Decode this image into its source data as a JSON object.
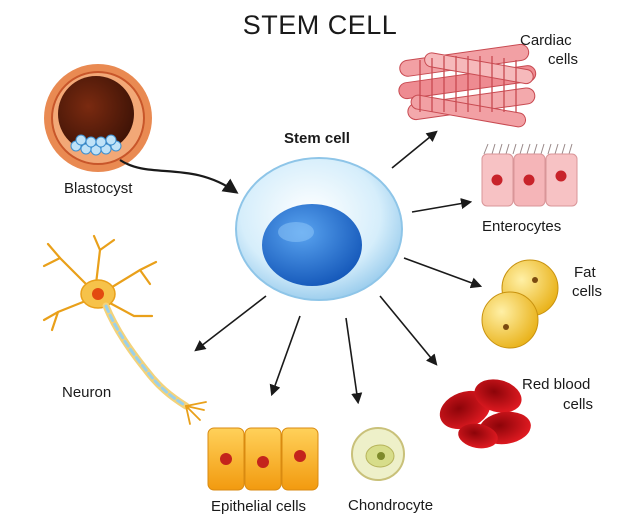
{
  "title": "STEM CELL",
  "center_label": "Stem cell",
  "labels": {
    "blastocyst": "Blastocyst",
    "cardiac": [
      "Cardiac",
      "cells"
    ],
    "enterocytes": "Enterocytes",
    "fat": [
      "Fat",
      "cells"
    ],
    "red_blood": [
      "Red blood",
      "cells"
    ],
    "neuron": "Neuron",
    "epithelial": "Epithelial cells",
    "chondrocyte": "Chondrocyte"
  },
  "colors": {
    "stem_outer": "#c9e6f7",
    "stem_nucleus": "#1f6fd0",
    "blastocyst": "#c8562a",
    "cardiac": "#f08a8e",
    "enterocyte": "#f7c2c4",
    "fat": "#f5cf2e",
    "red_blood": "#d4141b",
    "neuron": "#f3b22a",
    "epithelial": "#f4a91a",
    "chondrocyte": "#eef0c9"
  }
}
